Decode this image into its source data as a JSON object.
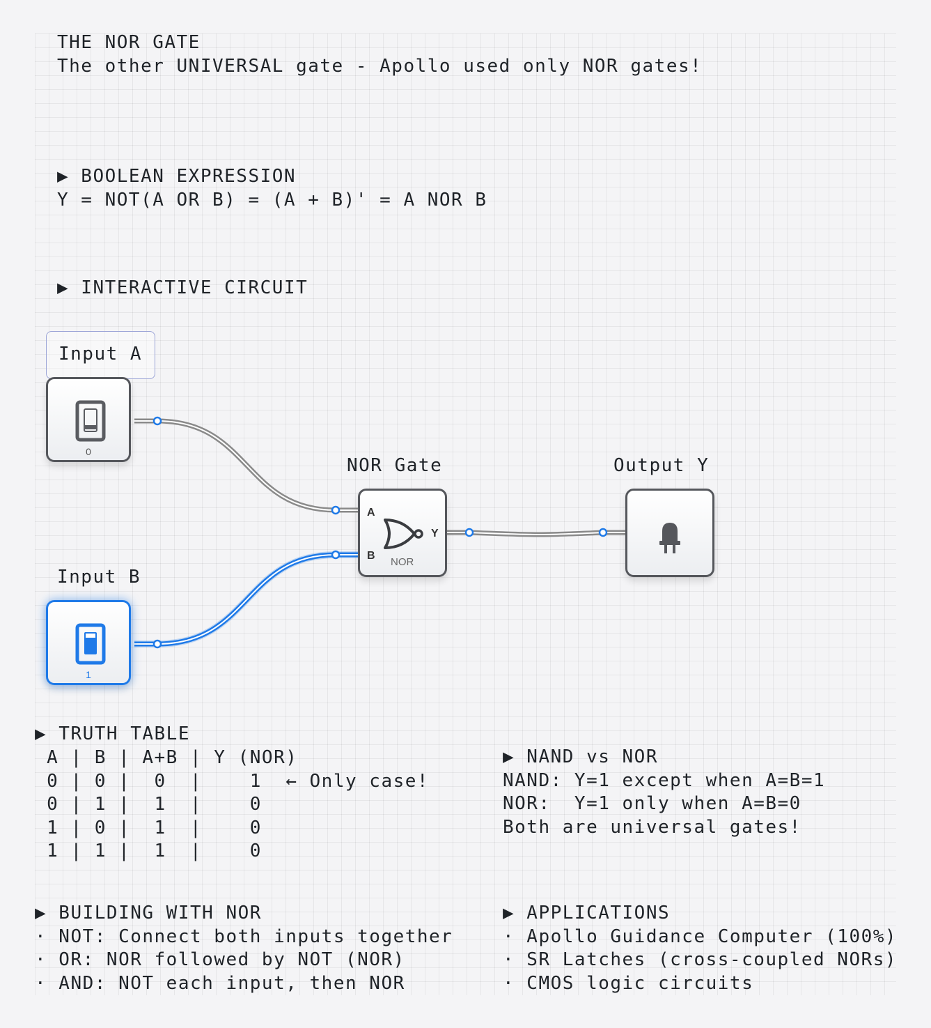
{
  "header": {
    "title": "THE NOR GATE",
    "subtitle": "The other UNIVERSAL gate - Apollo used only NOR gates!"
  },
  "boolean": {
    "heading": "▶ BOOLEAN EXPRESSION",
    "expression": "Y = NOT(A OR B) = (A + B)' = A NOR B"
  },
  "circuit": {
    "heading": "▶ INTERACTIVE CIRCUIT",
    "input_a": {
      "label": "Input A",
      "value": "0",
      "icon": "toggle-switch-off-icon"
    },
    "input_b": {
      "label": "Input B",
      "value": "1",
      "icon": "toggle-switch-on-icon"
    },
    "gate": {
      "label": "NOR Gate",
      "name": "NOR",
      "port_a": "A",
      "port_b": "B",
      "port_y": "Y",
      "icon": "nor-gate-symbol-icon"
    },
    "output": {
      "label": "Output Y",
      "icon": "led-bulb-icon"
    },
    "colors": {
      "active": "#1f7ae8",
      "inactive": "#8a8a8a"
    }
  },
  "truth_table": {
    "heading": "▶ TRUTH TABLE",
    "header_row": " A | B | A+B | Y (NOR)",
    "rows": [
      " 0 | 0 |  0  |    1  ← Only case!",
      " 0 | 1 |  1  |    0",
      " 1 | 0 |  1  |    0",
      " 1 | 1 |  1  |    0"
    ]
  },
  "nand_vs_nor": {
    "heading": "▶ NAND vs NOR",
    "lines": [
      "NAND: Y=1 except when A=B=1",
      "NOR:  Y=1 only when A=B=0",
      "Both are universal gates!"
    ]
  },
  "building": {
    "heading": "▶ BUILDING WITH NOR",
    "items": [
      "· NOT: Connect both inputs together",
      "· OR: NOR followed by NOT (NOR)",
      "· AND: NOT each input, then NOR"
    ]
  },
  "applications": {
    "heading": "▶ APPLICATIONS",
    "items": [
      "· Apollo Guidance Computer (100%)",
      "· SR Latches (cross-coupled NORs)",
      "· CMOS logic circuits"
    ]
  }
}
